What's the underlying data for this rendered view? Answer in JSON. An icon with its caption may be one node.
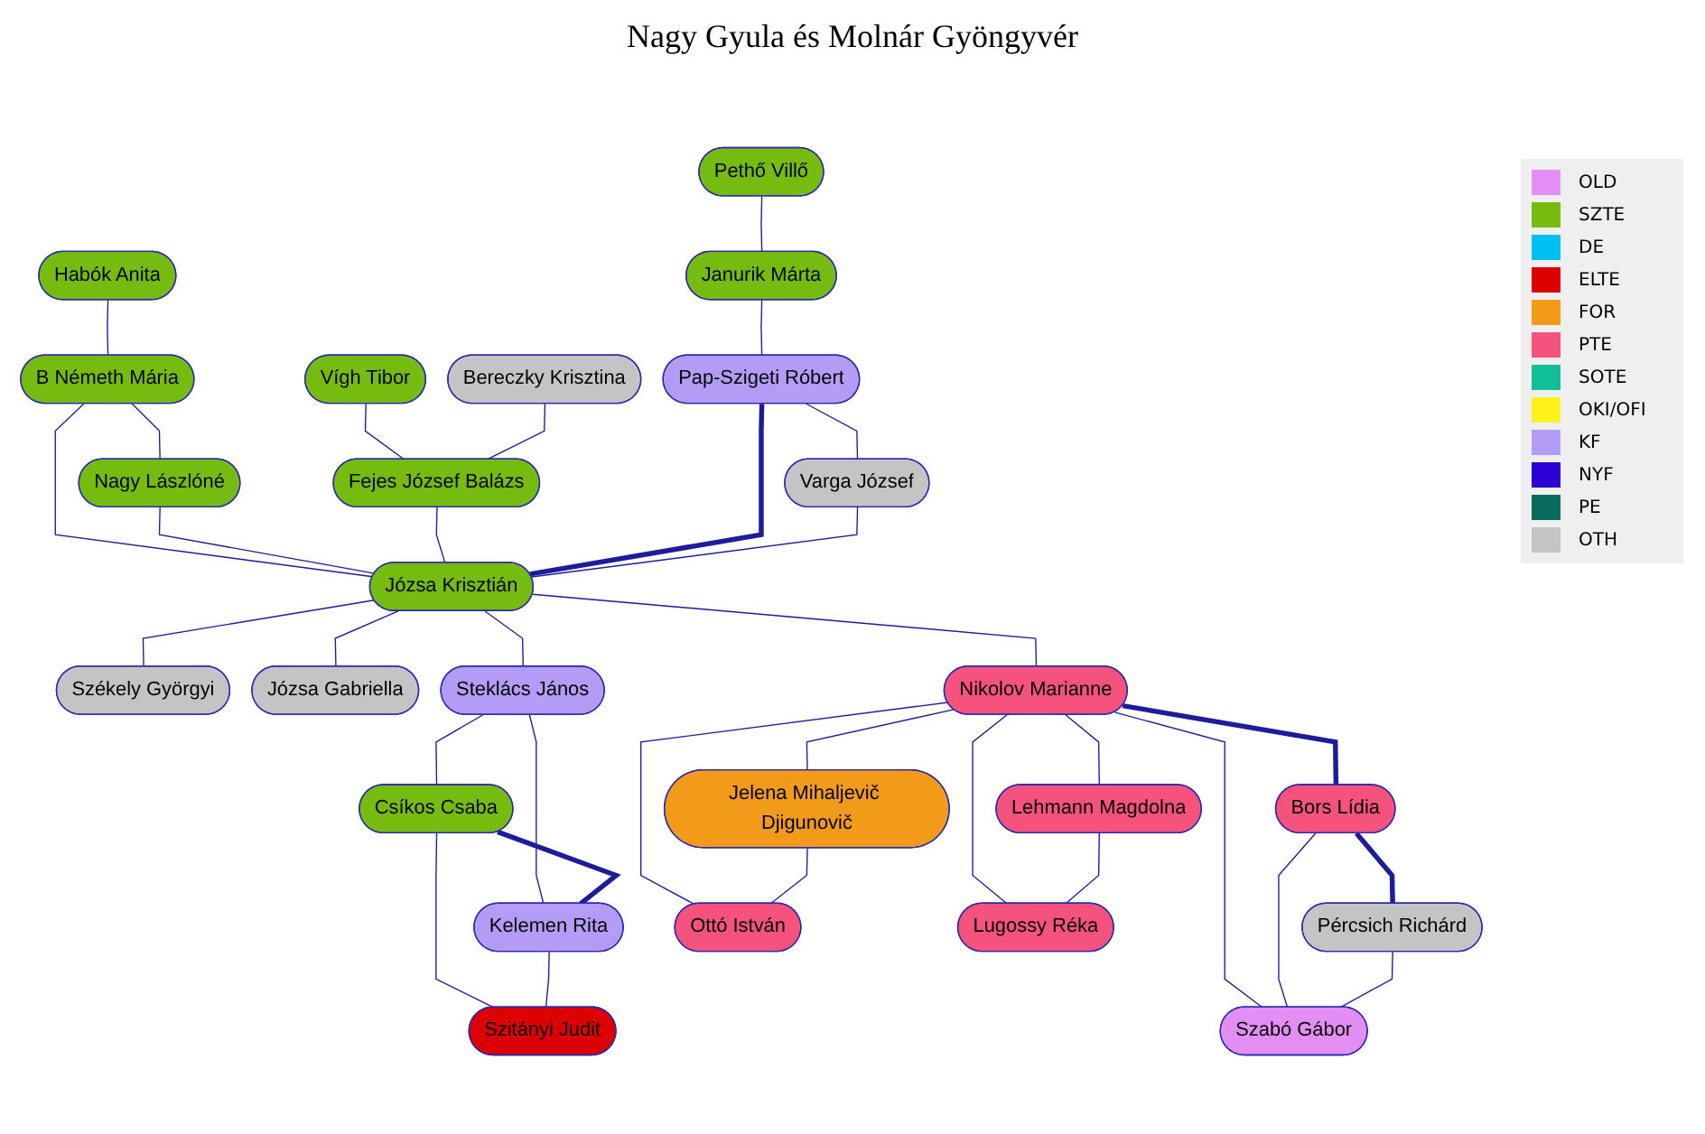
{
  "diagram": {
    "title": "Nagy Gyula és Molnár Gyöngyvér",
    "nodes": [
      {
        "text": [
          "Józsa Krisztián"
        ]
      },
      {
        "text": [
          "Habók Anita"
        ]
      },
      {
        "text": [
          "B Németh Mária"
        ]
      },
      {
        "text": [
          "Nagy Lászlóné"
        ]
      },
      {
        "text": [
          "Vígh Tibor"
        ]
      },
      {
        "text": [
          "Bereczky Krisztina"
        ]
      },
      {
        "text": [
          "Fejes József Balázs"
        ]
      },
      {
        "text": [
          "Pethő Villő"
        ]
      },
      {
        "text": [
          "Janurik Márta"
        ]
      },
      {
        "text": [
          "Pap-Szigeti Róbert"
        ]
      },
      {
        "text": [
          "Varga József"
        ]
      },
      {
        "text": [
          "Székely Györgyi"
        ]
      },
      {
        "text": [
          "Józsa Gabriella"
        ]
      },
      {
        "text": [
          "Steklács János"
        ]
      },
      {
        "text": [
          "Csíkos Csaba"
        ]
      },
      {
        "text": [
          "Kelemen Rita"
        ]
      },
      {
        "text": [
          "Szitányi Judit"
        ]
      },
      {
        "text": [
          "Nikolov Marianne"
        ]
      },
      {
        "text": [
          "Bors Lídia"
        ]
      },
      {
        "text": [
          "Pércsich Richárd"
        ]
      },
      {
        "text": [
          "Szabó Gábor"
        ]
      },
      {
        "text": [
          "Jelena Mihaljevič Djigunovič"
        ]
      },
      {
        "text": [
          "Ottó István"
        ]
      },
      {
        "text": [
          "Lehmann Magdolna"
        ]
      },
      {
        "text": [
          "Lugossy Réka"
        ]
      }
    ],
    "edges": [
      {
        "from": 1,
        "to": 2,
        "arrow": "none"
      },
      {
        "from": 2,
        "to": 3,
        "arrow": "none"
      },
      {
        "from": 2,
        "to": 0,
        "arrow": "none"
      },
      {
        "from": 3,
        "to": 0,
        "arrow": "none"
      },
      {
        "from": 4,
        "to": 6,
        "arrow": "none"
      },
      {
        "from": 5,
        "to": 6,
        "arrow": "none"
      },
      {
        "from": 6,
        "to": 0,
        "arrow": "none"
      },
      {
        "from": 7,
        "to": 8,
        "arrow": "none"
      },
      {
        "from": 8,
        "to": 9,
        "arrow": "none"
      },
      {
        "from": 9,
        "to": 0,
        "arrow": "none",
        "style": "thick"
      },
      {
        "from": 9,
        "to": 10,
        "arrow": "none"
      },
      {
        "from": 10,
        "to": 0,
        "arrow": "none"
      },
      {
        "from": 0,
        "to": 11,
        "arrow": "none"
      },
      {
        "from": 0,
        "to": 13,
        "arrow": "none"
      },
      {
        "from": 0,
        "to": 12,
        "arrow": "none"
      },
      {
        "from": 0,
        "to": 17,
        "arrow": "none"
      },
      {
        "from": 13,
        "to": 14,
        "arrow": "none"
      },
      {
        "from": 13,
        "to": 15,
        "arrow": "none"
      },
      {
        "from": 14,
        "to": 15,
        "arrow": "none",
        "style": "thick"
      },
      {
        "from": 14,
        "to": 16,
        "arrow": "none"
      },
      {
        "from": 15,
        "to": 16,
        "arrow": "none"
      },
      {
        "from": 17,
        "to": 18,
        "arrow": "none",
        "style": "thick"
      },
      {
        "from": 18,
        "to": 19,
        "arrow": "none",
        "style": "thick"
      },
      {
        "from": 17,
        "to": 20,
        "arrow": "none"
      },
      {
        "from": 17,
        "to": 21,
        "arrow": "none"
      },
      {
        "from": 17,
        "to": 22,
        "arrow": "none"
      },
      {
        "from": 17,
        "to": 23,
        "arrow": "none"
      },
      {
        "from": 17,
        "to": 24,
        "arrow": "none"
      },
      {
        "from": 18,
        "to": 20,
        "arrow": "none"
      },
      {
        "from": 19,
        "to": 20,
        "arrow": "none"
      },
      {
        "from": 21,
        "to": 22,
        "arrow": "none"
      },
      {
        "from": 23,
        "to": 24,
        "arrow": "none"
      }
    ],
    "legend": [
      {
        "text": "OLD",
        "color": "#e38ef5"
      },
      {
        "text": "SZTE",
        "color": "#76bc10"
      },
      {
        "text": "DE",
        "color": "#00bff3"
      },
      {
        "text": "ELTE",
        "color": "#dc0000"
      },
      {
        "text": "FOR",
        "color": "#f29a1a"
      },
      {
        "text": "PTE",
        "color": "#f5527e"
      },
      {
        "text": "SOTE",
        "color": "#10bf96"
      },
      {
        "text": "OKI/OFI",
        "color": "#fff21c"
      },
      {
        "text": "KF",
        "color": "#b39cf5"
      },
      {
        "text": "NYF",
        "color": "#2a00d4"
      },
      {
        "text": "PE",
        "color": "#086c5c"
      },
      {
        "text": "OTH",
        "color": "#c4c4c4"
      }
    ]
  }
}
